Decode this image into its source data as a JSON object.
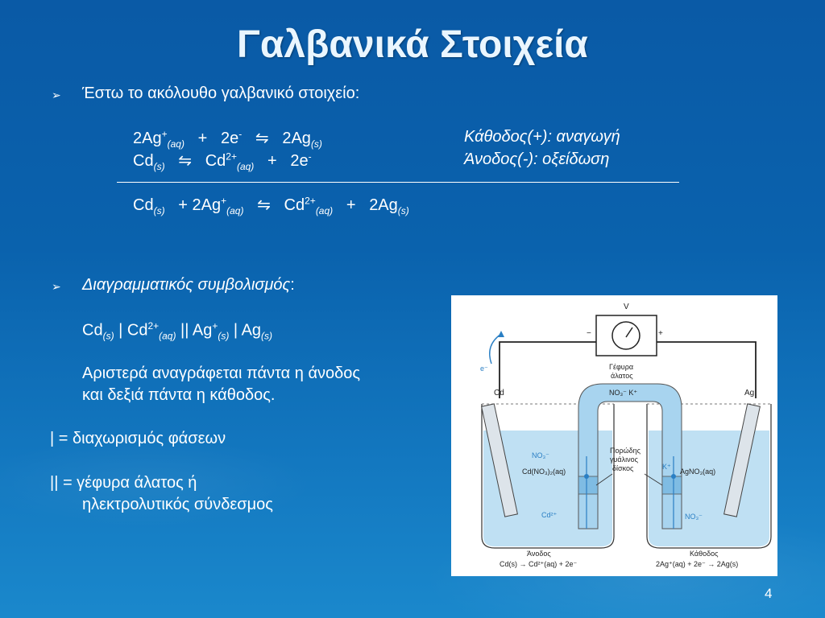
{
  "slide": {
    "title": "Γαλβανικά Στοιχεία",
    "page_number": "4"
  },
  "bullet1": {
    "text": "Έστω το ακόλουθο γαλβανικό στοιχείο:"
  },
  "reactions": {
    "r1": {
      "a": "2Ag",
      "a_sup": "+",
      "a_sub": "(aq)",
      "plus": "+",
      "b": "2e",
      "b_sup": "-",
      "arrow": "⇋",
      "c": "2Ag",
      "c_sub": "(s)"
    },
    "r2": {
      "a": "Cd",
      "a_sub": "(s)",
      "arrow": "⇋",
      "b": "Cd",
      "b_sup": "2+",
      "b_sub": "(aq)",
      "plus": "+",
      "c": "2e",
      "c_sup": "-"
    },
    "cathode_label": "Κάθοδος(+): αναγωγή",
    "anode_label": "Άνοδος(-): οξείδωση",
    "total": {
      "a": "Cd",
      "a_sub": "(s)",
      "plus1": "+ 2Ag",
      "b_sup": "+",
      "b_sub": "(aq)",
      "arrow": "⇋",
      "c": "Cd",
      "c_sup": "2+",
      "c_sub": "(aq)",
      "plus2": "+",
      "d": "2Ag",
      "d_sub": "(s)"
    }
  },
  "bullet2": {
    "heading": "Διαγραμματικός συμβολισμός",
    "colon": ":",
    "notation": {
      "a": "Cd",
      "a_sub": "(s)",
      "sep1": " | Cd",
      "b_sup": "2+",
      "b_sub": "(aq)",
      "sep2": " || Ag",
      "c_sup": "+",
      "c_sub": "(s)",
      "sep3": " | Ag",
      "d_sub": "(s)"
    },
    "line1": "Αριστερά αναγράφεται πάντα η άνοδος",
    "line2": "και δεξιά πάντα η κάθοδος."
  },
  "legend": {
    "single": "| = διαχωρισμός φάσεων",
    "double1": "|| = γέφυρα άλατος ή",
    "double2": "ηλεκτρολυτικός σύνδεσμος"
  },
  "diagram": {
    "voltmeter": "V",
    "minus": "−",
    "plus": "+",
    "electron": "e⁻",
    "bridge_line1": "Γέφυρα",
    "bridge_line2": "άλατος",
    "bridge_ions": "NO₃⁻  K⁺",
    "left_electrode": "Cd",
    "right_electrode": "Ag",
    "porous_line1": "Πορώδης",
    "porous_line2": "γυάλινος",
    "porous_line3": "δίσκος",
    "left_solution": "Cd(NO₃)₂(aq)",
    "right_solution": "AgNO₃(aq)",
    "left_ion1": "NO₃⁻",
    "left_ion2": "Cd²⁺",
    "right_ion1": "K⁺",
    "right_ion2": "NO₃⁻",
    "anode_title": "Άνοδος",
    "anode_reaction": "Cd(s) → Cd²⁺(aq) + 2e⁻",
    "cathode_title": "Κάθοδος",
    "cathode_reaction": "2Ag⁺(aq) + 2e⁻ → 2Ag(s)"
  },
  "colors": {
    "background": "#0a5aa6",
    "title": "#eaf6ff",
    "bullet_arrow": "#ffffff"
  }
}
